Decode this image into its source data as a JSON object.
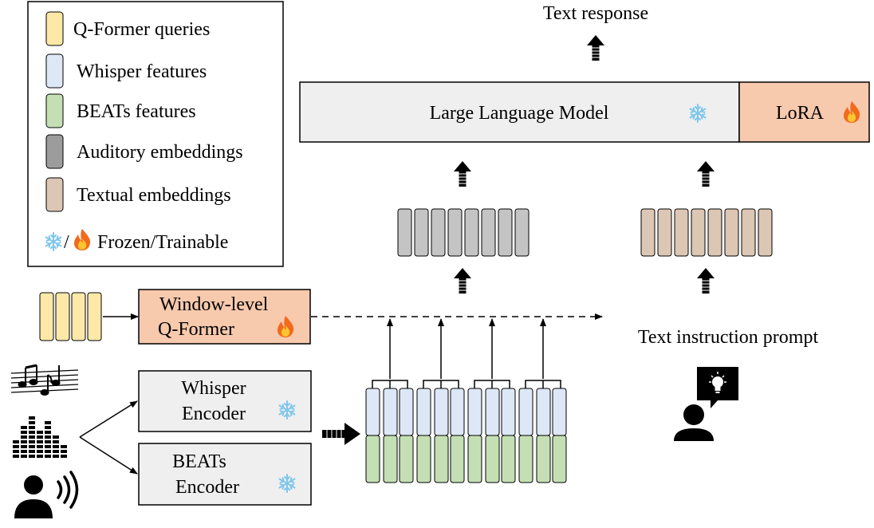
{
  "legend": {
    "items": [
      {
        "label": "Q-Former queries",
        "color": "#fde8a8"
      },
      {
        "label": "Whisper features",
        "color": "#dde7f6"
      },
      {
        "label": "BEATs features",
        "color": "#c5dfb4"
      },
      {
        "label": "Auditory embeddings",
        "color": "#9c9c9c"
      },
      {
        "label": "Textual embeddings",
        "color": "#dbc7b3"
      }
    ],
    "frozen_trainable_label": "Frozen/Trainable",
    "separator": "/"
  },
  "llm": {
    "label": "Large Language Model",
    "status": "frozen",
    "icon": "snowflake-icon"
  },
  "lora": {
    "label": "LoRA",
    "status": "trainable",
    "icon": "flame-icon"
  },
  "output": {
    "label": "Text response"
  },
  "qformer": {
    "line1": "Window-level",
    "line2": "Q-Former",
    "status": "trainable"
  },
  "whisper_encoder": {
    "line1": "Whisper",
    "line2": "Encoder",
    "status": "frozen"
  },
  "beats_encoder": {
    "line1": "BEATs",
    "line2": "Encoder",
    "status": "frozen"
  },
  "prompt": {
    "label": "Text instruction prompt"
  },
  "inputs": {
    "icons": [
      "music-icon",
      "equalizer-icon",
      "speaker-icon"
    ]
  },
  "colors": {
    "llm_fill": "#efefef",
    "lora_fill": "#f7c9ad",
    "qformer_fill": "#f7c9ad",
    "encoder_fill": "#efefef",
    "query": "#fde8a8",
    "whisper": "#dde7f6",
    "beats": "#c5dfb4",
    "auditory": "#c4c4c4",
    "textual": "#dbc7b3",
    "snowflake": "#7fc6ec",
    "flame_outer": "#f26a1b",
    "flame_inner": "#fbc531"
  }
}
